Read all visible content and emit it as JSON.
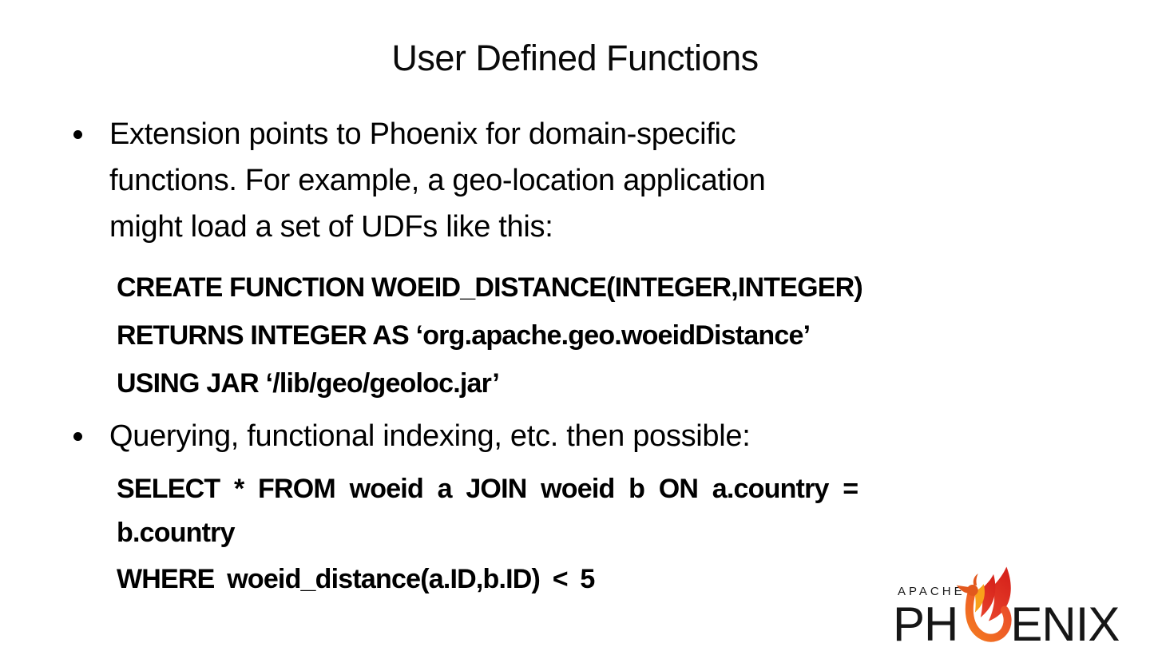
{
  "slide": {
    "title": "User Defined Functions",
    "bullet1": {
      "lines": [
        "Extension points to Phoenix for domain-specific",
        "functions. For example, a geo-location application",
        "might load a set of UDFs like this:"
      ]
    },
    "code1": {
      "lines": [
        "CREATE FUNCTION WOEID_DISTANCE(INTEGER,INTEGER)",
        "RETURNS INTEGER AS ‘org.apache.geo.woeidDistance’",
        "USING JAR ‘/lib/geo/geoloc.jar’"
      ]
    },
    "bullet2": {
      "text": "Querying, functional indexing, etc. then possible:"
    },
    "code2": {
      "lines": [
        "SELECT * FROM woeid a JOIN woeid b ON a.country =",
        "b.country"
      ]
    },
    "code3": {
      "lines": [
        "WHERE woeid_distance(a.ID,b.ID) < 5"
      ]
    }
  },
  "logo": {
    "apache": "APACHE",
    "name_left": "PH",
    "name_right": "ENIX",
    "colors": {
      "flame_red": "#d7241c",
      "flame_red_light": "#e8432b",
      "flame_orange": "#f47b20",
      "flame_amber": "#f9a11b",
      "head_orange": "#e2581d",
      "text": "#161616"
    }
  }
}
